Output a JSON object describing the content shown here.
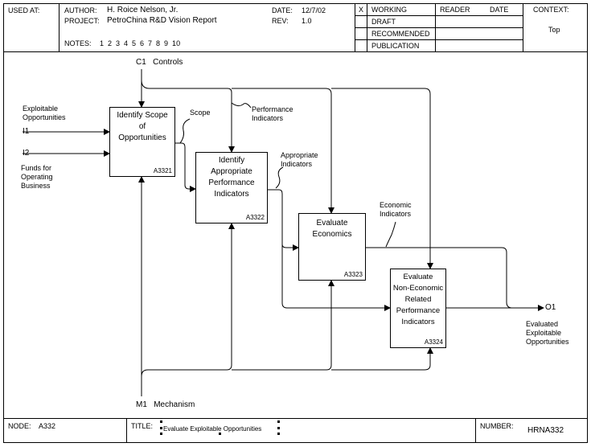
{
  "header": {
    "used_at": "USED AT:",
    "author_label": "AUTHOR:",
    "author": "H. Roice Nelson, Jr.",
    "project_label": "PROJECT:",
    "project": "PetroChina R&D Vision Report",
    "notes_label": "NOTES:",
    "notes": "1  2  3  4  5  6  7  8  9  10",
    "date_label": "DATE:",
    "date": "12/7/02",
    "rev_label": "REV:",
    "rev": "1.0",
    "x_mark": "X",
    "status": [
      "WORKING",
      "DRAFT",
      "RECOMMENDED",
      "PUBLICATION"
    ],
    "reader_label": "READER",
    "reader_date_label": "DATE",
    "context_label": "CONTEXT:",
    "context_value": "Top"
  },
  "footer": {
    "node_label": "NODE:",
    "node_value": "A332",
    "title_label": "TITLE:",
    "title_value": "Evaluate Exploitable Opportunities",
    "number_label": "NUMBER:",
    "number_value": "HRNA332"
  },
  "diagram": {
    "controls_label": "C1   Controls",
    "mechanism_label": "M1   Mechanism",
    "input1_desc": "Exploitable\nOpportunities",
    "input1_id": "I1",
    "input2_id": "I2",
    "input2_desc": "Funds for\nOperating\nBusiness",
    "output_id": "O1",
    "output_desc": "Evaluated\nExploitable\nOpportunities",
    "arrow_scope": "Scope",
    "arrow_performance": "Performance\nIndicators",
    "arrow_appropriate": "Appropriate\nIndicators",
    "arrow_economic": "Economic\nIndicators",
    "boxes": [
      {
        "label": "Identify Scope\nof\nOpportunities",
        "number": "A3321"
      },
      {
        "label": "Identify\nAppropriate\nPerformance\nIndicators",
        "number": "A3322"
      },
      {
        "label": "Evaluate\nEconomics",
        "number": "A3323"
      },
      {
        "label": "Evaluate\nNon-Economic\nRelated\nPerformance\nIndicators",
        "number": "A3324"
      }
    ]
  }
}
